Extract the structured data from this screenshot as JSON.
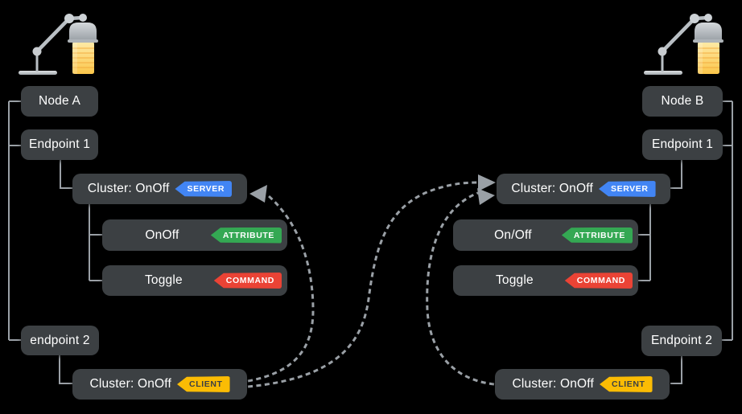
{
  "node_a": {
    "icon": "desk-lamp-icon",
    "node_label": "Node A",
    "endpoint1_label": "Endpoint 1",
    "cluster_server_label": "Cluster: OnOff",
    "cluster_server_badge": "SERVER",
    "attribute_label": "OnOff",
    "attribute_badge": "ATTRIBUTE",
    "command_label": "Toggle",
    "command_badge": "COMMAND",
    "endpoint2_label": "endpoint 2",
    "cluster_client_label": "Cluster: OnOff",
    "cluster_client_badge": "CLIENT"
  },
  "node_b": {
    "icon": "desk-lamp-icon",
    "node_label": "Node B",
    "endpoint1_label": "Endpoint 1",
    "cluster_server_label": "Cluster: OnOff",
    "cluster_server_badge": "SERVER",
    "attribute_label": "On/Off",
    "attribute_badge": "ATTRIBUTE",
    "command_label": "Toggle",
    "command_badge": "COMMAND",
    "endpoint2_label": "Endpoint 2",
    "cluster_client_label": "Cluster: OnOff",
    "cluster_client_badge": "CLIENT"
  },
  "colors": {
    "background": "#000000",
    "box": "#3c4043",
    "box_text": "#ffffff",
    "connector": "#9aa0a6",
    "badge_server": "#4285f4",
    "badge_attribute": "#34a853",
    "badge_command": "#ea4335",
    "badge_client": "#fbbc04",
    "badge_client_text": "#3c4043",
    "lamp_shade": "#fbc94f",
    "lamp_metal": "#bdc1c6"
  },
  "connections": [
    {
      "from": "node-a-cluster-client",
      "to": "node-a-cluster-server",
      "style": "dashed-arrow"
    },
    {
      "from": "node-a-cluster-client",
      "to": "node-b-cluster-server",
      "style": "dashed-arrow"
    },
    {
      "from": "node-b-cluster-client",
      "to": "node-b-cluster-server",
      "style": "dashed-arrow"
    }
  ]
}
